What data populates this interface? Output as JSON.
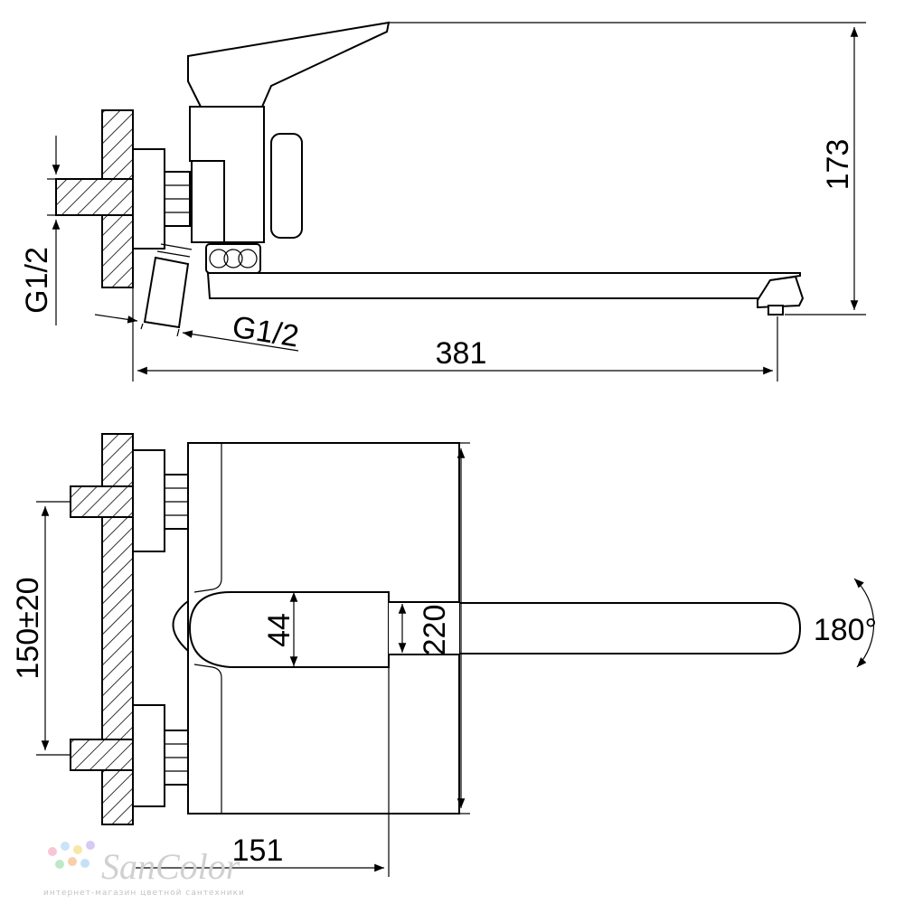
{
  "side_view": {
    "dim_height": "173",
    "dim_length": "381",
    "thread_inlet": "G1/2",
    "thread_outlet": "G1/2"
  },
  "top_view": {
    "dim_centers": "150±20",
    "dim_handle": "44",
    "dim_body": "220",
    "dim_depth": "151",
    "rotation": "180°"
  },
  "watermark": {
    "brand": "SanColor",
    "tagline": "интернет-магазин цветной сантехники"
  }
}
